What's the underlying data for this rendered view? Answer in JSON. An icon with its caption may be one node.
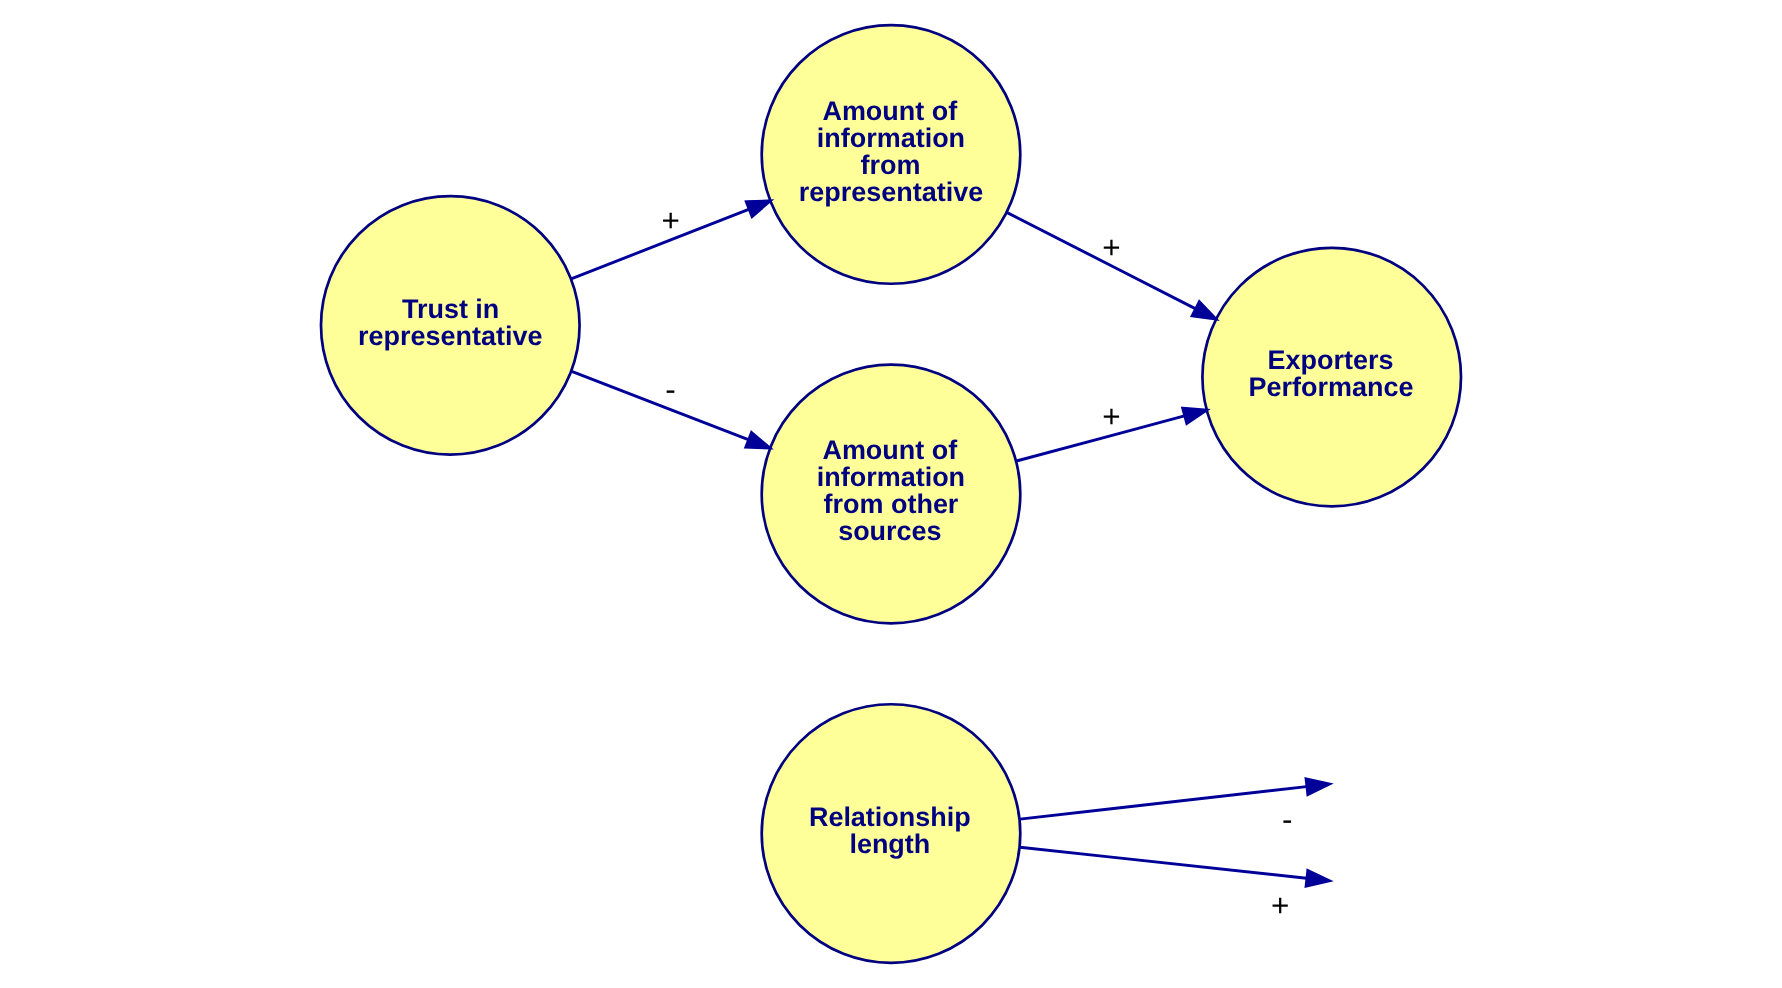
{
  "diagram": {
    "nodes": [
      {
        "text": [
          "Relationship length"
        ]
      },
      {
        "text": [
          "Amount of information from representative"
        ]
      },
      {
        "text": [
          "Trust in representative"
        ]
      },
      {
        "text": [
          "Exporters Performance"
        ]
      },
      {
        "text": [
          "Amount of information from other sources"
        ]
      }
    ],
    "edges": [
      {
        "from": 2,
        "to": 1,
        "arrow": "to",
        "label": "+"
      },
      {
        "from": 2,
        "to": 4,
        "arrow": "to",
        "label": "-"
      },
      {
        "from": 1,
        "to": 3,
        "arrow": "to",
        "label": "+"
      },
      {
        "from": 4,
        "to": 3,
        "arrow": "to",
        "label": "+"
      },
      {
        "from": 0,
        "to": null,
        "arrow": "to",
        "label": "-"
      },
      {
        "from": 0,
        "to": null,
        "arrow": "to",
        "label": "+"
      }
    ]
  }
}
